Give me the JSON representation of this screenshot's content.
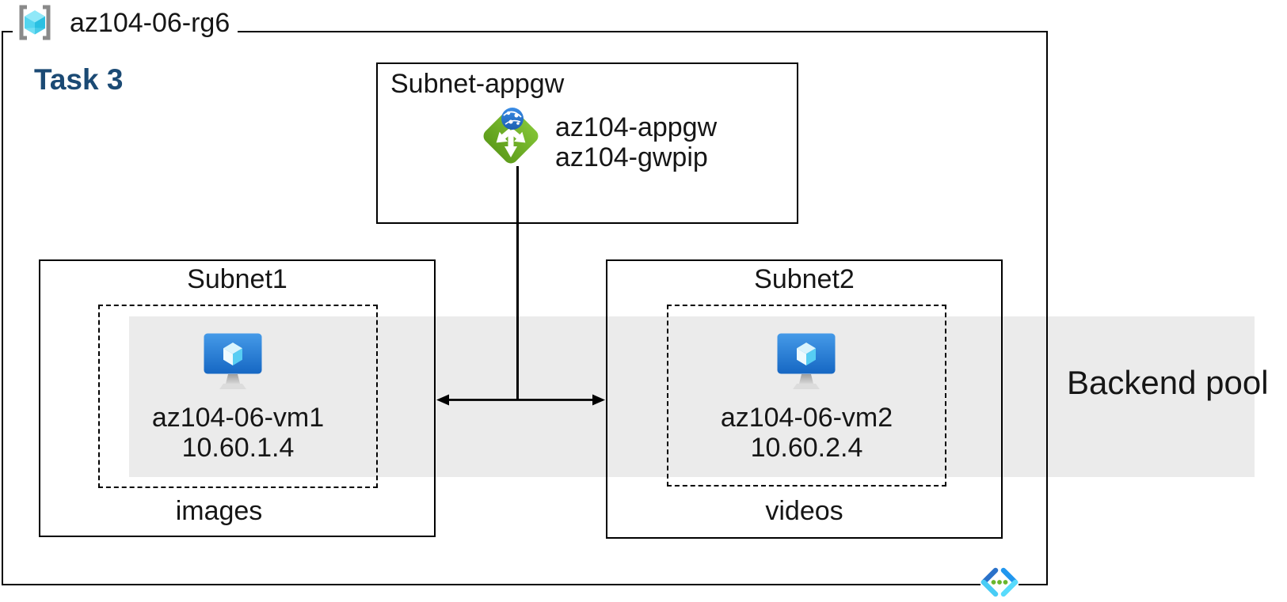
{
  "resource_group": {
    "name": "az104-06-rg6"
  },
  "task_label": "Task 3",
  "appgw_subnet": {
    "label": "Subnet-appgw",
    "gateway_name": "az104-appgw",
    "gateway_public_ip": "az104-gwpip"
  },
  "subnet1": {
    "label": "Subnet1",
    "vm_name": "az104-06-vm1",
    "vm_ip": "10.60.1.4",
    "content_label": "images"
  },
  "subnet2": {
    "label": "Subnet2",
    "vm_name": "az104-06-vm2",
    "vm_ip": "10.60.2.4",
    "content_label": "videos"
  },
  "backend_pool": {
    "label": "Backend pool"
  },
  "icons": {
    "resource_group": "azure-resource-group-icon",
    "application_gateway": "azure-application-gateway-icon",
    "virtual_machine": "azure-virtual-machine-icon",
    "virtual_network": "azure-virtual-network-icon"
  },
  "colors": {
    "task_heading": "#1b4a74",
    "backend_band": "#ebebeb",
    "appgw_green": "#74b626",
    "vm_blue": "#2f7fd4",
    "cube_cyan": "#55cdf2",
    "vnet_blue": "#2a71c9",
    "vnet_cyan": "#49ccf5",
    "dot_green": "#6ab62c",
    "border": "#000000"
  }
}
